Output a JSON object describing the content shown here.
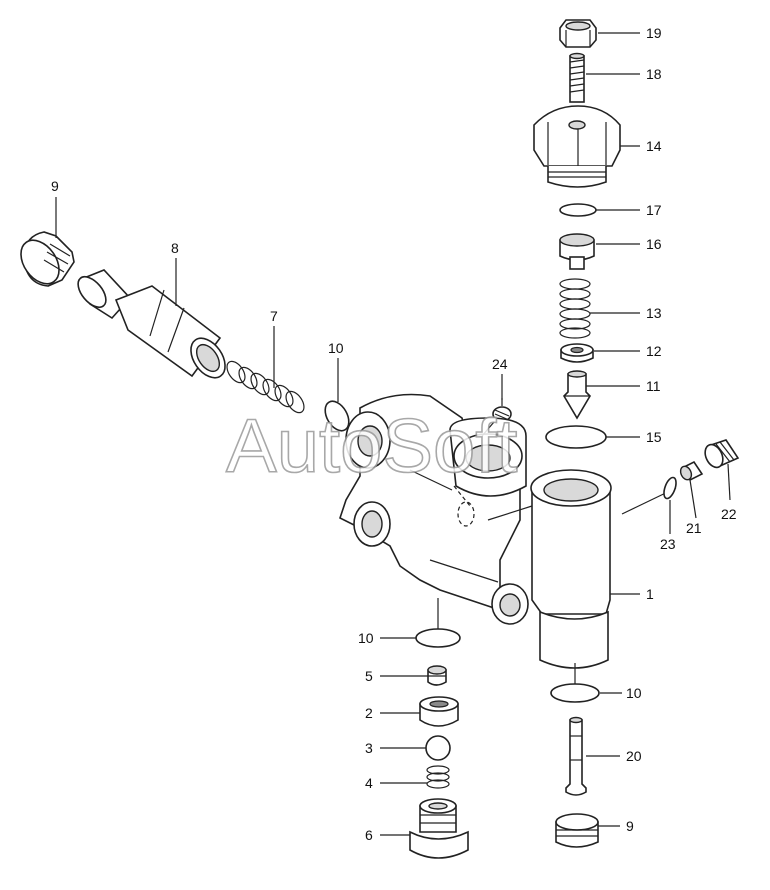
{
  "watermark": "AutoSoft",
  "callouts": [
    {
      "id": "c19",
      "text": "19"
    },
    {
      "id": "c18",
      "text": "18"
    },
    {
      "id": "c14",
      "text": "14"
    },
    {
      "id": "c17",
      "text": "17"
    },
    {
      "id": "c16",
      "text": "16"
    },
    {
      "id": "c13",
      "text": "13"
    },
    {
      "id": "c12",
      "text": "12"
    },
    {
      "id": "c11",
      "text": "11"
    },
    {
      "id": "c15",
      "text": "15"
    },
    {
      "id": "c1",
      "text": "1"
    },
    {
      "id": "c10b",
      "text": "10"
    },
    {
      "id": "c20",
      "text": "20"
    },
    {
      "id": "c9b",
      "text": "9"
    },
    {
      "id": "c9a",
      "text": "9"
    },
    {
      "id": "c8",
      "text": "8"
    },
    {
      "id": "c7",
      "text": "7"
    },
    {
      "id": "c10a",
      "text": "10"
    },
    {
      "id": "c24",
      "text": "24"
    },
    {
      "id": "c23",
      "text": "23"
    },
    {
      "id": "c21",
      "text": "21"
    },
    {
      "id": "c22",
      "text": "22"
    },
    {
      "id": "c10c",
      "text": "10"
    },
    {
      "id": "c5",
      "text": "5"
    },
    {
      "id": "c2",
      "text": "2"
    },
    {
      "id": "c3",
      "text": "3"
    },
    {
      "id": "c4",
      "text": "4"
    },
    {
      "id": "c6",
      "text": "6"
    }
  ]
}
